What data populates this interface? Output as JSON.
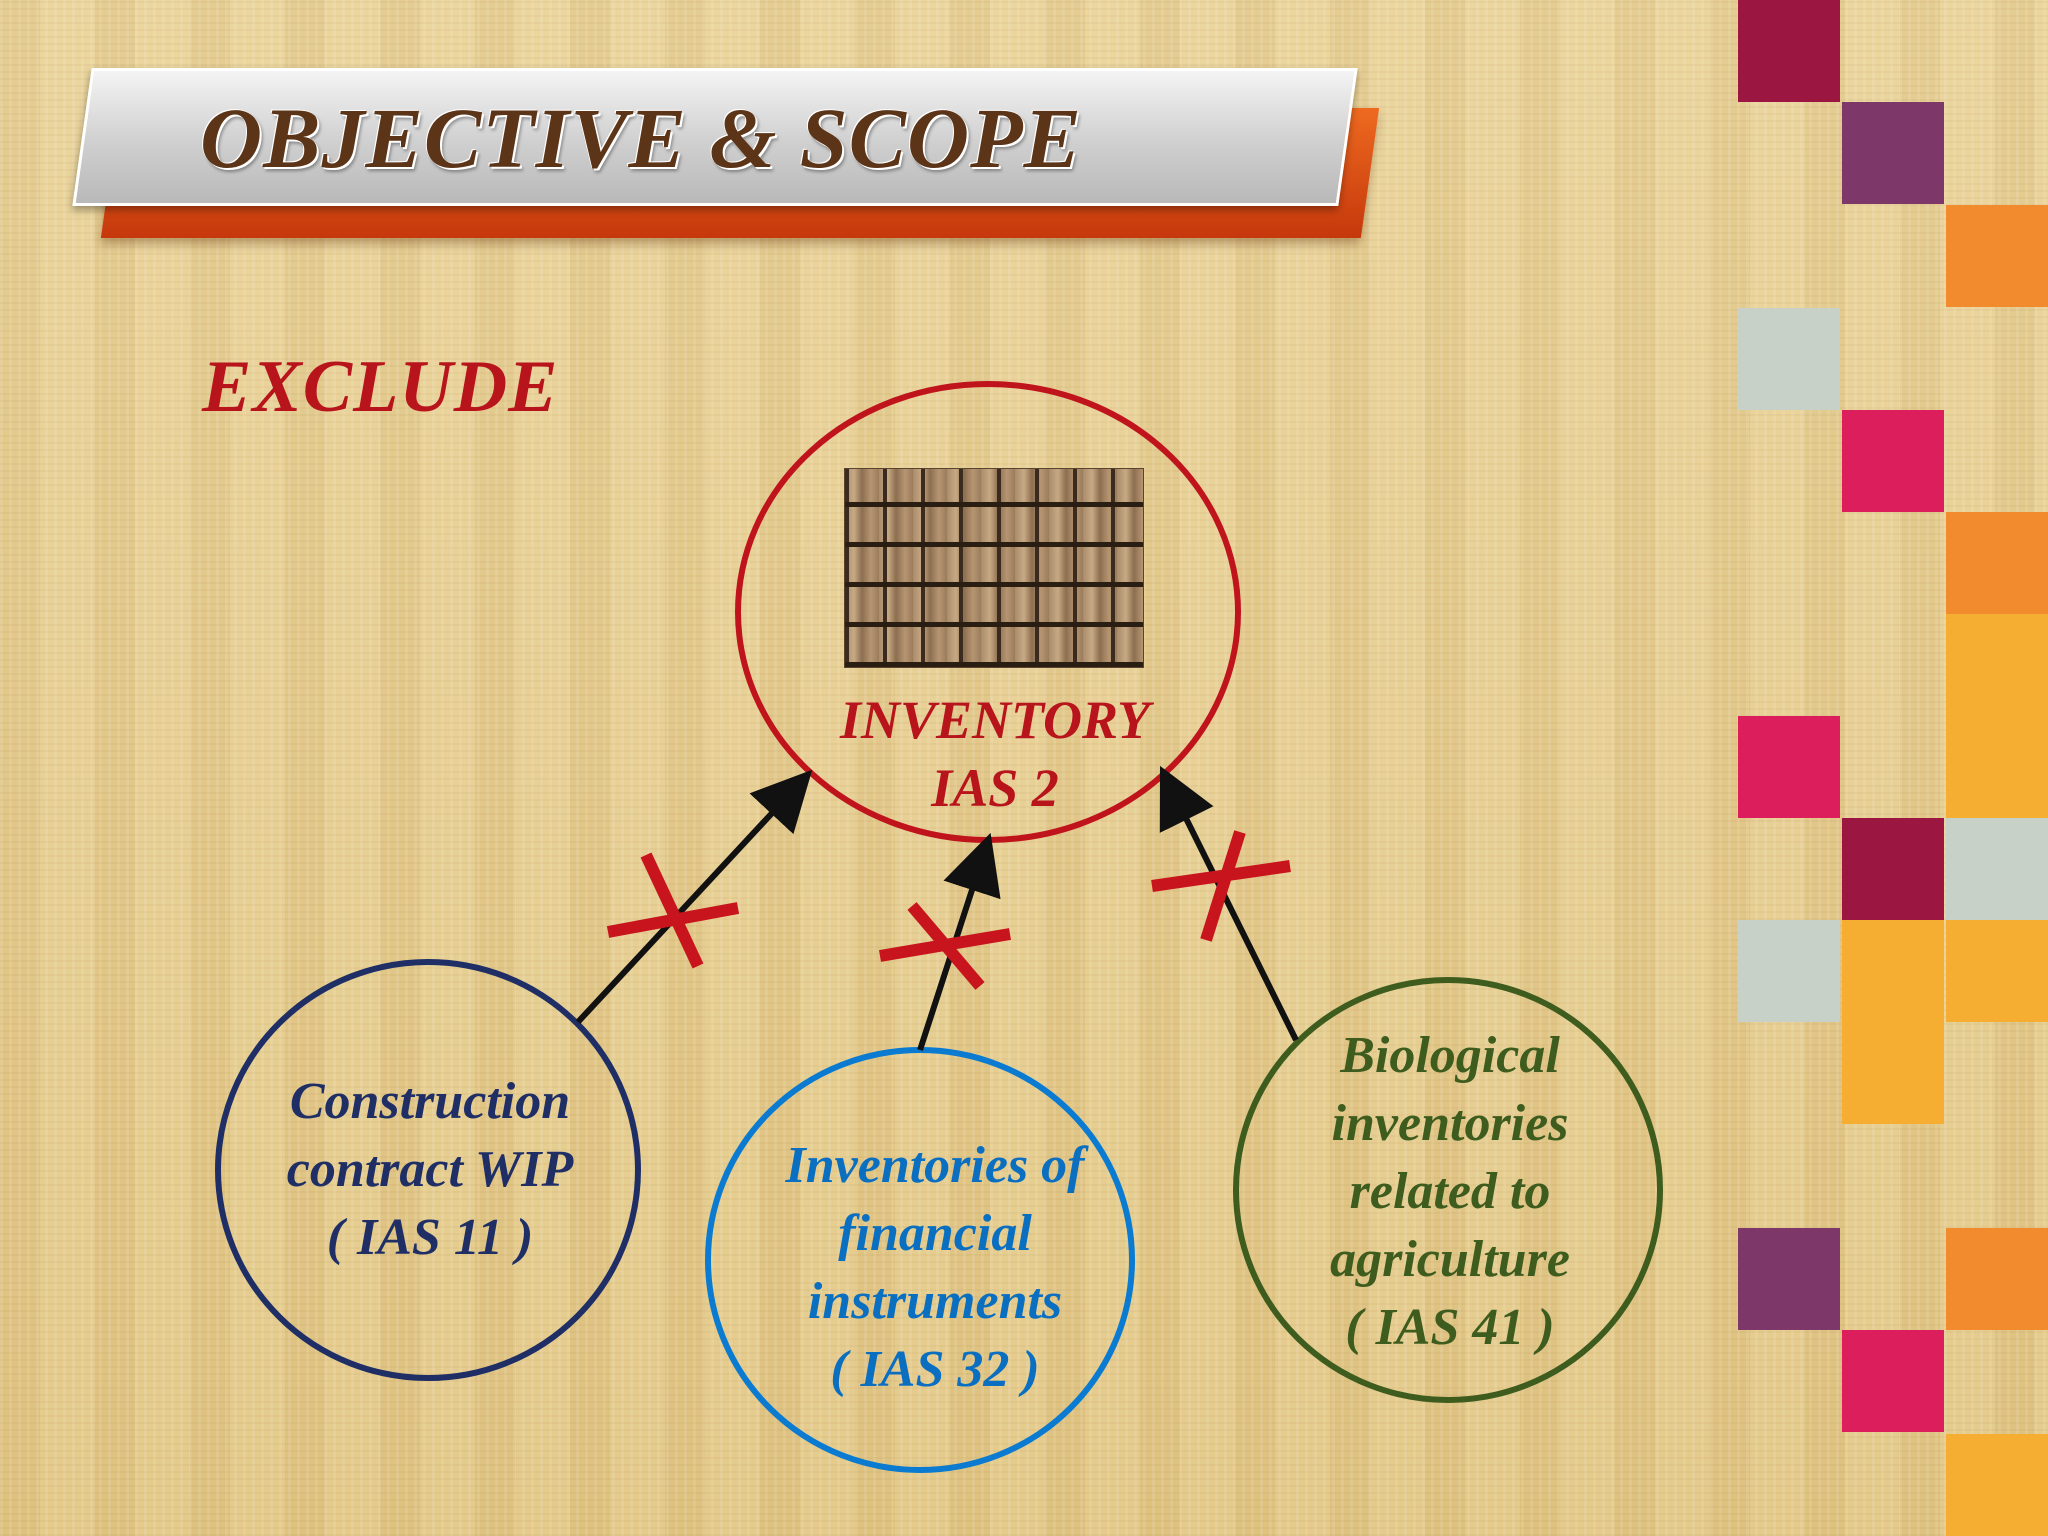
{
  "title": "OBJECTIVE & SCOPE",
  "exclude_label": "EXCLUDE",
  "center_node": {
    "line1": "INVENTORY",
    "line2": "IAS 2",
    "color": "#b8141c"
  },
  "excluded_items": [
    {
      "lines": [
        "Construction",
        "contract WIP",
        "( IAS 11 )"
      ],
      "color": "#1f2f66"
    },
    {
      "lines": [
        "Inventories of",
        "financial",
        "instruments",
        "( IAS 32 )"
      ],
      "color": "#0a6fc0"
    },
    {
      "lines": [
        "Biological",
        "inventories",
        "related to",
        "agriculture",
        "( IAS 41 )"
      ],
      "color": "#3d5c1e"
    }
  ],
  "icons": {
    "center_image": "warehouse-shelves-photo",
    "exclusion_mark": "red-cross-mark",
    "link": "arrow-up-icon"
  },
  "decor_colors": [
    "#9b1640",
    "#7e3769",
    "#f28a2e",
    "#c8d1c8",
    "#dc1e5c",
    "#f5ad32"
  ]
}
